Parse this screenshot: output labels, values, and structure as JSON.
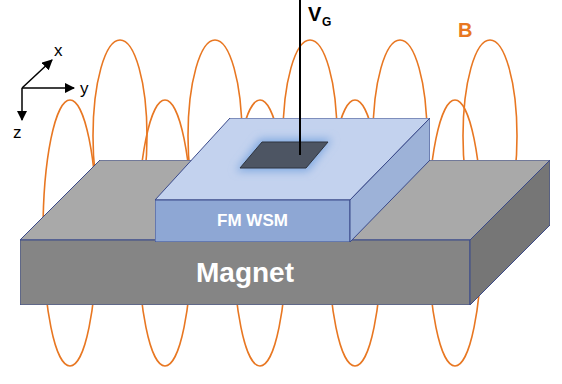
{
  "diagram": {
    "nodes": [
      {
        "text": [
          "Magnet"
        ]
      },
      {
        "text": [
          "FM WSM"
        ]
      }
    ],
    "labels": [
      "x",
      "y",
      "z",
      "V",
      "G",
      "B"
    ]
  }
}
